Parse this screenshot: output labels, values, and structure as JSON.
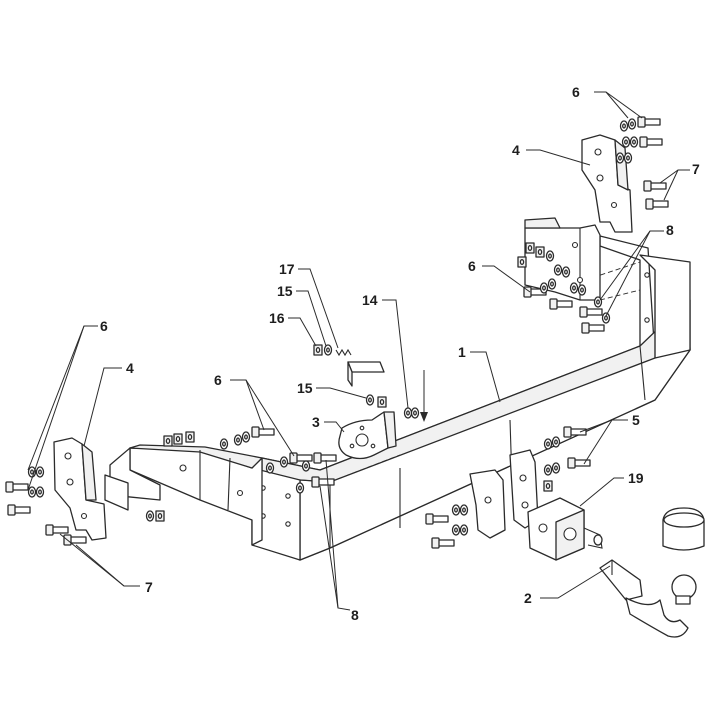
{
  "callouts": {
    "c1": "1",
    "c2": "2",
    "c3": "3",
    "c4_left": "4",
    "c4_right": "4",
    "c5": "5",
    "c6_top": "6",
    "c6_right": "6",
    "c6_left": "6",
    "c6_mid": "6",
    "c7_left": "7",
    "c7_right": "7",
    "c8_right": "8",
    "c8_bottom": "8",
    "c14": "14",
    "c15_upper": "15",
    "c15_lower": "15",
    "c16": "16",
    "c17": "17",
    "c19": "19"
  },
  "colors": {
    "line": "#2b2b2b",
    "background": "#ffffff"
  }
}
